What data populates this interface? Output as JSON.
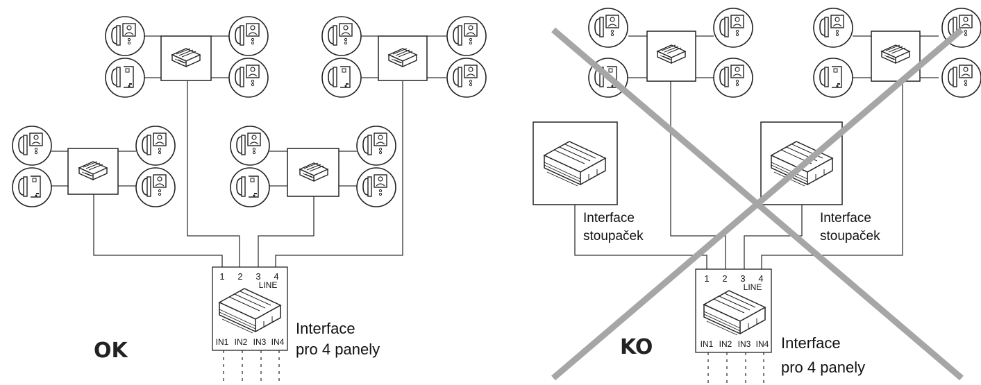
{
  "left_diagram": {
    "verdict": "OK",
    "main_interface": {
      "line_numbers": [
        "1",
        "2",
        "3",
        "4"
      ],
      "line_label": "LINE",
      "inputs": [
        "IN1",
        "IN2",
        "IN3",
        "IN4"
      ],
      "caption_line1": "Interface",
      "caption_line2": "pro 4 panely"
    }
  },
  "right_diagram": {
    "verdict": "KO",
    "riser_interface_left": {
      "caption_line1": "Interface",
      "caption_line2": "stoupaček"
    },
    "riser_interface_right": {
      "caption_line1": "Interface",
      "caption_line2": "stoupaček"
    },
    "main_interface": {
      "line_numbers": [
        "1",
        "2",
        "3",
        "4"
      ],
      "line_label": "LINE",
      "inputs": [
        "IN1",
        "IN2",
        "IN3",
        "IN4"
      ],
      "caption_line1": "Interface",
      "caption_line2": "pro 4 panely"
    }
  },
  "colors": {
    "line": "#333333",
    "cross": "#a6a6a6"
  },
  "icons": [
    "video-monitor-icon",
    "audio-handset-icon",
    "distributor-module-icon",
    "din-rail-module-icon"
  ]
}
